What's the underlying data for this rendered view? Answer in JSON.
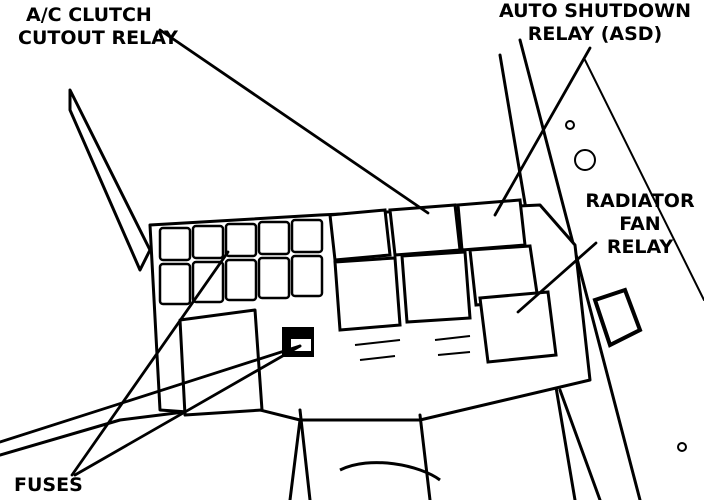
{
  "labels": {
    "ac_clutch": [
      "A/C CLUTCH",
      "CUTOUT RELAY"
    ],
    "asd": [
      "AUTO SHUTDOWN",
      "RELAY (ASD)"
    ],
    "radiator": [
      "RADIATOR",
      "FAN",
      "RELAY"
    ],
    "fuses": "FUSES"
  },
  "colors": {
    "ink": "#000000",
    "paper": "#ffffff"
  }
}
